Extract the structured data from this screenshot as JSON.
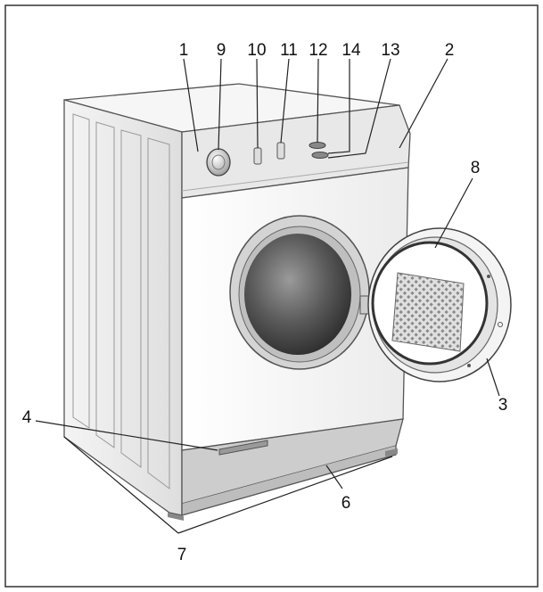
{
  "colors": {
    "background": "#ffffff",
    "frame": "#333333",
    "body_light": "#f2f2f2",
    "body_shadow": "#d9d9d9",
    "side_panel": "#e9e9e9",
    "control_panel": "#e6e6e6",
    "plinth": "#cfcfcf",
    "glass_dark": "#3c3c3c",
    "glass_mid": "#8e8e8e",
    "filter_mesh": "#9a9a9a",
    "line": "#222222"
  },
  "callouts": [
    {
      "id": "1",
      "label": "1"
    },
    {
      "id": "9",
      "label": "9"
    },
    {
      "id": "10",
      "label": "10"
    },
    {
      "id": "11",
      "label": "11"
    },
    {
      "id": "12",
      "label": "12"
    },
    {
      "id": "14",
      "label": "14"
    },
    {
      "id": "13",
      "label": "13"
    },
    {
      "id": "2",
      "label": "2"
    },
    {
      "id": "8",
      "label": "8"
    },
    {
      "id": "4",
      "label": "4"
    },
    {
      "id": "3",
      "label": "3"
    },
    {
      "id": "6",
      "label": "6"
    },
    {
      "id": "7",
      "label": "7"
    }
  ]
}
